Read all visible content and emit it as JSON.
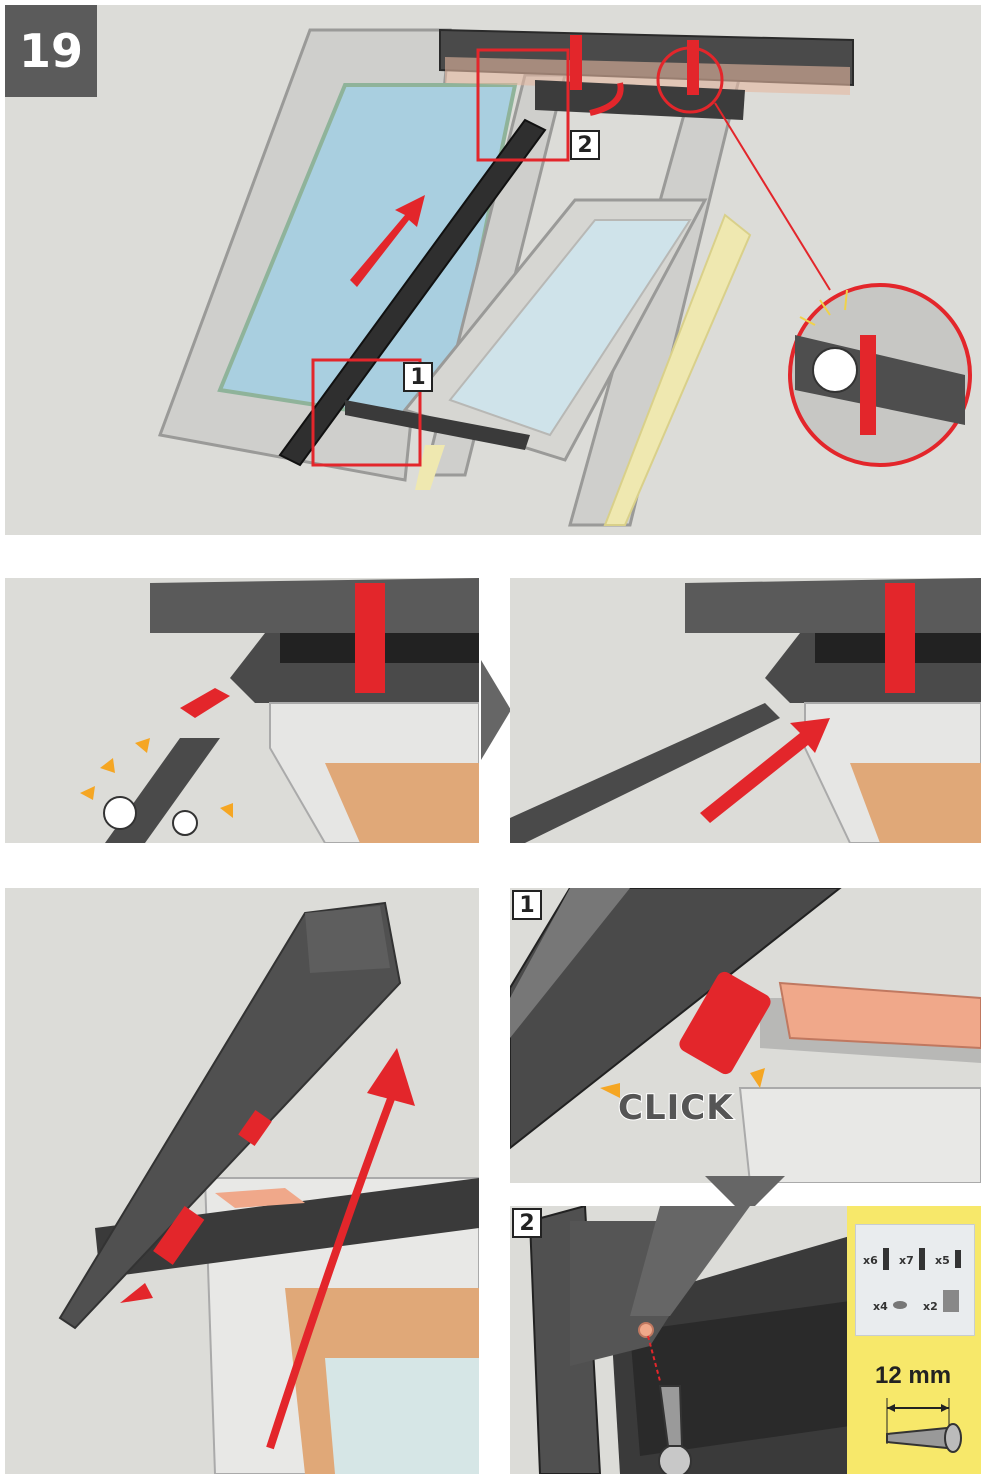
{
  "step": {
    "number": "19"
  },
  "main": {
    "callout_1": "1",
    "callout_2": "2"
  },
  "detail_1": {
    "label": "1",
    "click_text": "CLICK"
  },
  "detail_2": {
    "label": "2"
  },
  "kit": {
    "screw_a_qty": "x6",
    "screw_b_qty": "x7",
    "screw_c_qty": "x5",
    "cap_qty": "x4",
    "clip_qty": "x2",
    "dimension": "12 mm"
  },
  "colors": {
    "panel_bg": "#dcdcd8",
    "accent_red": "#e3262b",
    "frame_gray": "#5a5a5a",
    "glass_blue": "#a9cfe0",
    "bag_yellow": "#f7e86a"
  }
}
